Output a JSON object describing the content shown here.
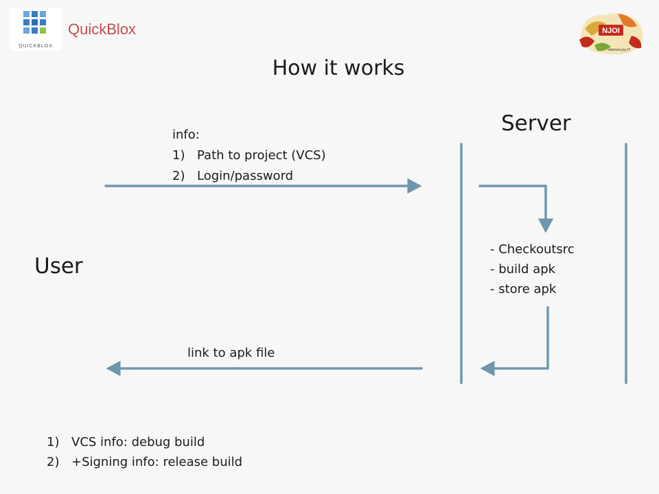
{
  "brand": {
    "name": "QuickBlox",
    "logo_caption": "QUICKBLOX",
    "badge_text": "NJOI",
    "badge_subtext": "internet.joy.IT"
  },
  "title": "How it works",
  "actors": {
    "server": "Server",
    "user": "User"
  },
  "request": {
    "heading": "info:",
    "items": [
      {
        "num": "1)",
        "text": "Path to project (VCS)"
      },
      {
        "num": "2)",
        "text": "Login/password"
      }
    ]
  },
  "server_steps": [
    "- Checkoutsrc",
    "- build apk",
    "- store apk"
  ],
  "response": {
    "label": "link to apk file"
  },
  "notes": [
    {
      "num": "1)",
      "text": "VCS info: debug build"
    },
    {
      "num": "2)",
      "text": "+Signing info: release build"
    }
  ],
  "colors": {
    "arrow": "#6f96ae",
    "brand": "#c0504d",
    "logo_blue": "#3a7cc4",
    "logo_green": "#8dc63f",
    "badge_red": "#c52a1f"
  }
}
